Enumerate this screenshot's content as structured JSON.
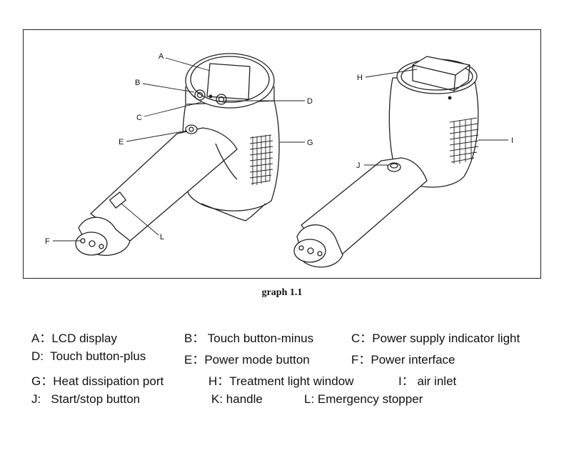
{
  "figure": {
    "caption": "graph 1.1",
    "callouts": [
      "A",
      "B",
      "C",
      "D",
      "E",
      "F",
      "G",
      "H",
      "I",
      "J",
      "L"
    ]
  },
  "legend": [
    [
      "A：LCD display",
      "B： Touch button-minus",
      "C：Power supply indicator light"
    ],
    [
      "D:  Touch button-plus",
      "E：Power mode button",
      "F：Power interface"
    ],
    [
      "G：Heat dissipation port",
      "H：Treatment light window",
      "I： air inlet"
    ],
    [
      "J:   Start/stop button",
      "K: handle",
      "L: Emergency stopper"
    ]
  ],
  "colors": {
    "line": "#222222",
    "background": "#ffffff"
  }
}
